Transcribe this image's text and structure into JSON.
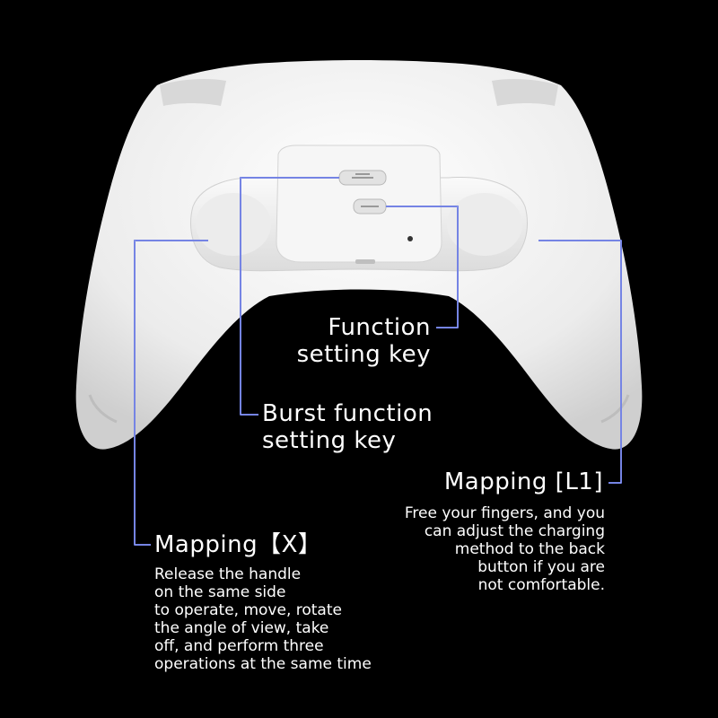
{
  "labels": {
    "function_key": {
      "lines": [
        "Function",
        "setting key"
      ]
    },
    "burst_key": {
      "lines": [
        "Burst function",
        "setting key"
      ]
    },
    "mapping_l1": {
      "title": "Mapping [L1]",
      "desc": [
        "Free your fingers, and you",
        "can adjust the charging",
        "method to the back",
        "button if you are",
        "not comfortable."
      ]
    },
    "mapping_x": {
      "title": "Mapping【X】",
      "desc": [
        "Release the handle",
        "on the same side",
        "to operate, move, rotate",
        "the angle of view, take",
        "off, and perform three",
        "operations at the same time"
      ]
    }
  },
  "colors": {
    "background": "#000000",
    "controller": "#f2f2f2",
    "callout_line": "#3a4fd8"
  }
}
